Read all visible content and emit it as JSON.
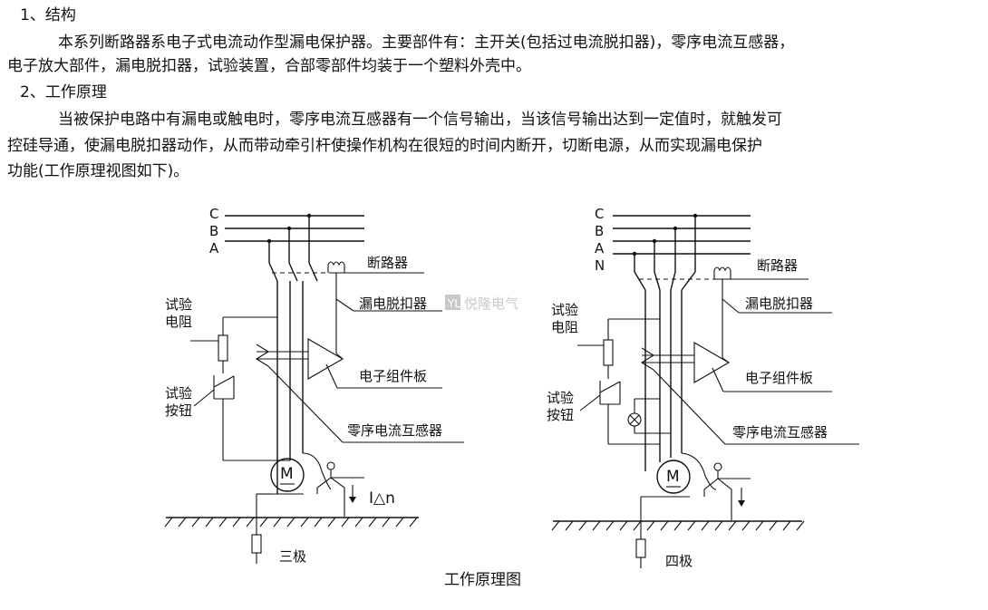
{
  "text": {
    "h1": "1、结构",
    "p1a": "本系列断路器系电子式电流动作型漏电保护器。主要部件有：主开关(包括过电流脱扣器)，零序电流互感器，",
    "p1b": "电子放大部件，漏电脱扣器，试验装置，合部零部件均装于一个塑料外壳中。",
    "h2": "2、工作原理",
    "p2a": "当被保护电路中有漏电或触电时，零序电流互感器有一个信号输出，当该信号输出达到一定值时，就触发可",
    "p2b": "控硅导通，使漏电脱扣器动作，从而带动牵引杆使操作机构在很短的时间内断开，切断电源，从而实现漏电保护",
    "p2c": "功能(工作原理视图如下)。"
  },
  "diagram": {
    "left": {
      "phases": [
        "C",
        "B",
        "A"
      ],
      "breaker": "断路器",
      "trip": "漏电脱扣器",
      "test_resistor_1": "试验",
      "test_resistor_2": "电阻",
      "electronic_board": "电子组件板",
      "test_button_1": "试验",
      "test_button_2": "按钮",
      "ct": "零序电流互感器",
      "motor": "M",
      "leak_current": "I△n",
      "caption": "三极"
    },
    "right": {
      "phases": [
        "C",
        "B",
        "A",
        "N"
      ],
      "breaker": "断路器",
      "trip": "漏电脱扣器",
      "test_resistor_1": "试验",
      "test_resistor_2": "电阻",
      "electronic_board": "电子组件板",
      "test_button_1": "试验",
      "test_button_2": "按钮",
      "ct": "零序电流互感器",
      "motor": "M",
      "caption": "四极"
    },
    "watermark_brand": "悦隆电气",
    "title": "工作原理图"
  }
}
